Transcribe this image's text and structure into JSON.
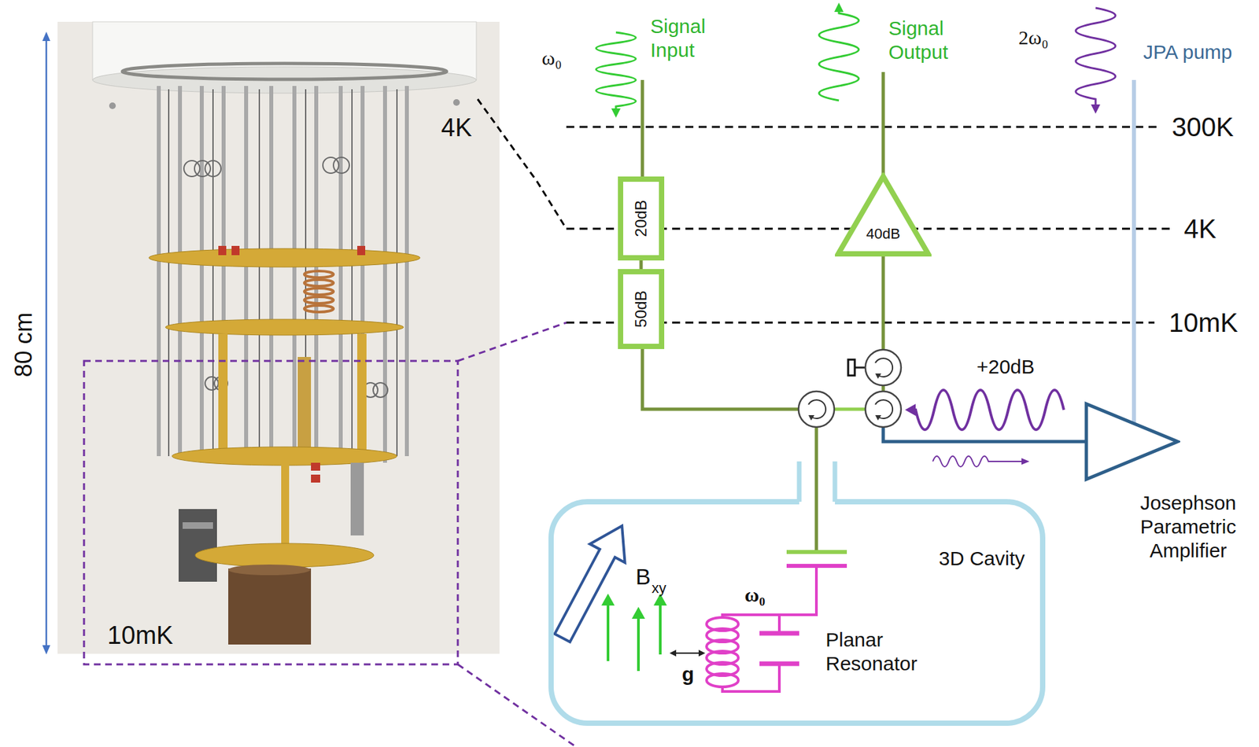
{
  "diagram": {
    "nodes": [
      {
        "text": [
          "20dB"
        ]
      },
      {
        "text": [
          "50dB"
        ]
      },
      {
        "text": [
          "40dB"
        ]
      },
      {
        "text": [
          "3D Cavity"
        ]
      },
      {
        "text": [
          "Josephson Parametric Amplifier"
        ]
      }
    ],
    "edges": [
      {
        "from": 0,
        "to": 1,
        "arrow": "none"
      }
    ],
    "labels": [
      "80 cm",
      "4K",
      "10mK",
      "ω₀",
      "Signal Input",
      "Signal Output",
      "2ω₀",
      "JPA pump",
      "300K",
      "4K",
      "10mK",
      "+20dB",
      "B",
      "xy",
      "ω₀",
      "g",
      "Planar Resonator"
    ]
  }
}
